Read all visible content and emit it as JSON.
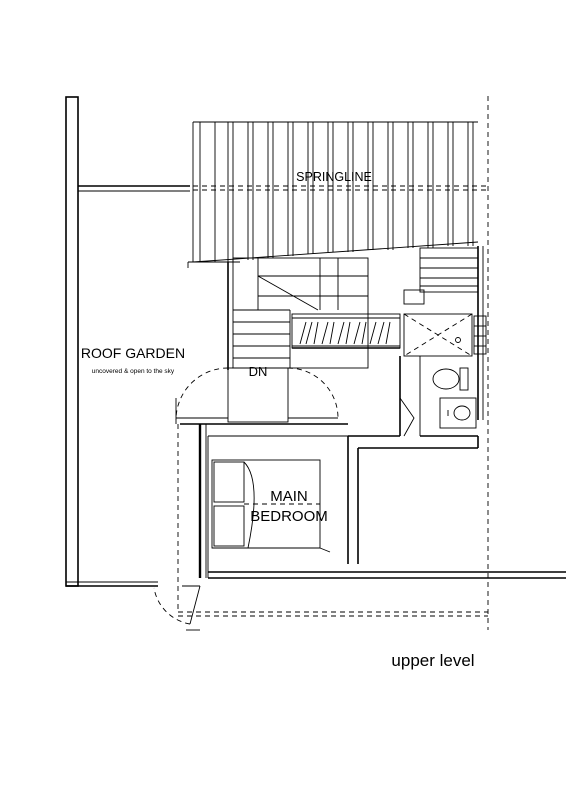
{
  "plan": {
    "labels": {
      "springline": "SPRINGLINE",
      "roof_garden": "ROOF GARDEN",
      "roof_garden_note": "uncovered & open to the sky",
      "dn": "DN",
      "main_bedroom_line1": "MAIN",
      "main_bedroom_line2": "BEDROOM"
    },
    "caption": "upper level"
  }
}
